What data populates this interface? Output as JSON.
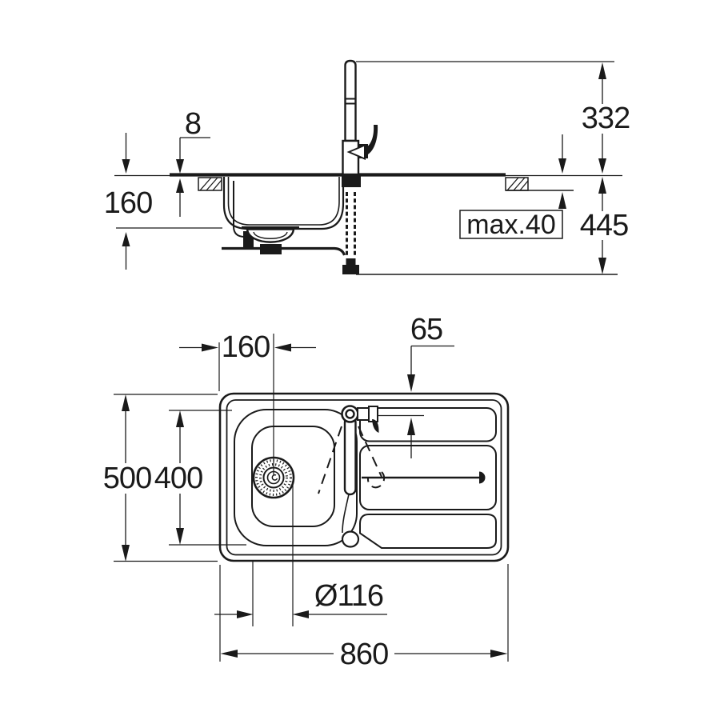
{
  "drawing": {
    "kind": "kitchen-sink-with-faucet-dimension-drawing",
    "colors": {
      "line": "#1a1a1a",
      "background": "#ffffff"
    },
    "side_view": {
      "labels": {
        "rim_height_above_counter": "8",
        "bowl_depth": "160",
        "faucet_height_above_counter": "332",
        "clearance_below_counter": "445",
        "max_counter_thickness": "max.40"
      }
    },
    "plan_view": {
      "labels": {
        "drain_center_from_left": "160",
        "faucet_center_from_top": "65",
        "overall_depth": "500",
        "cutout_depth": "400",
        "drain_diameter": "Ø116",
        "overall_width": "860"
      }
    }
  }
}
